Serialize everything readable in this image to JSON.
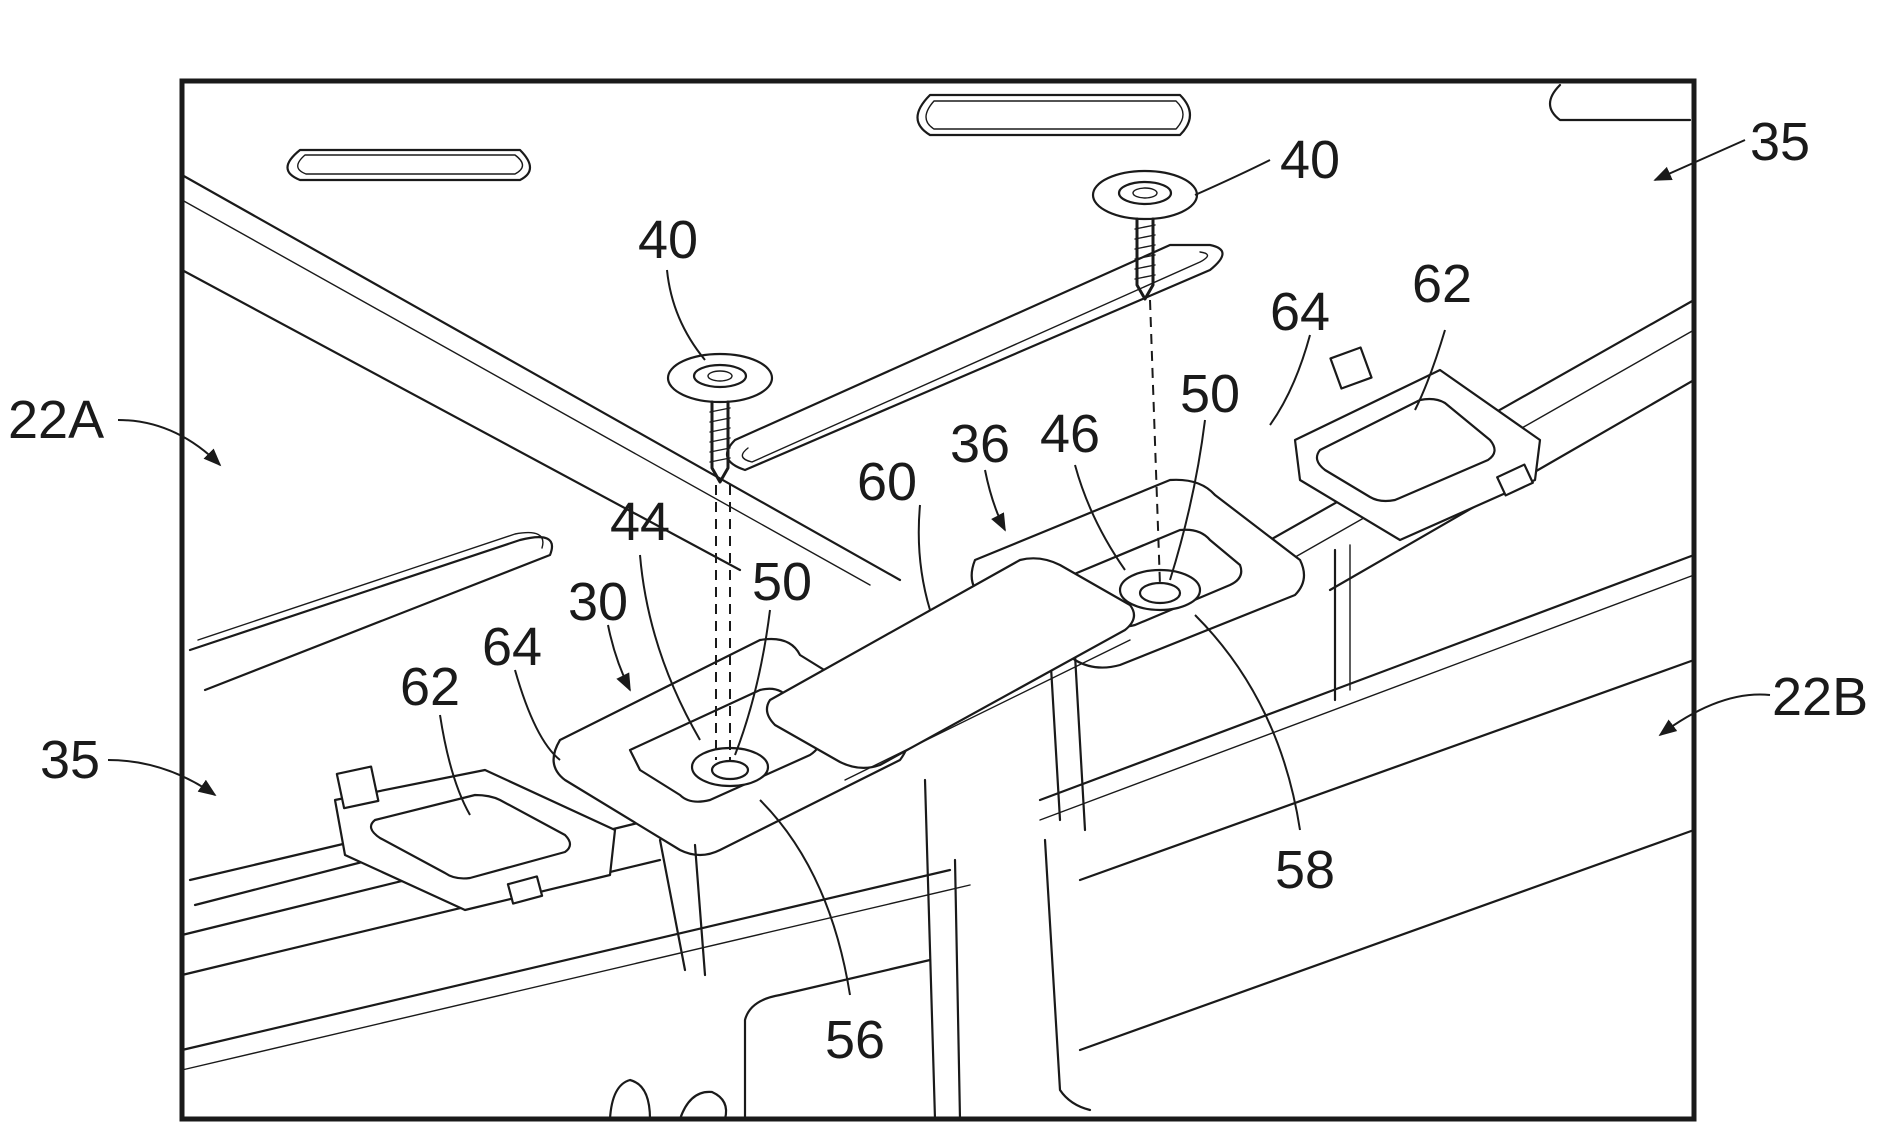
{
  "labels": {
    "battery_module_left": "22A",
    "battery_module_right": "22B",
    "mount_left": "30",
    "mount_right": "36",
    "tray_top_right": "35",
    "tray_left": "35",
    "fastener_left": "40",
    "fastener_right": "40",
    "boss_left": "44",
    "boss_right": "46",
    "bore_left": "50",
    "bore_right": "50",
    "flange_left": "56",
    "flange_right": "58",
    "bridge": "60",
    "terminal_left": "62",
    "terminal_right": "62",
    "clip_left": "64",
    "clip_right": "64"
  }
}
